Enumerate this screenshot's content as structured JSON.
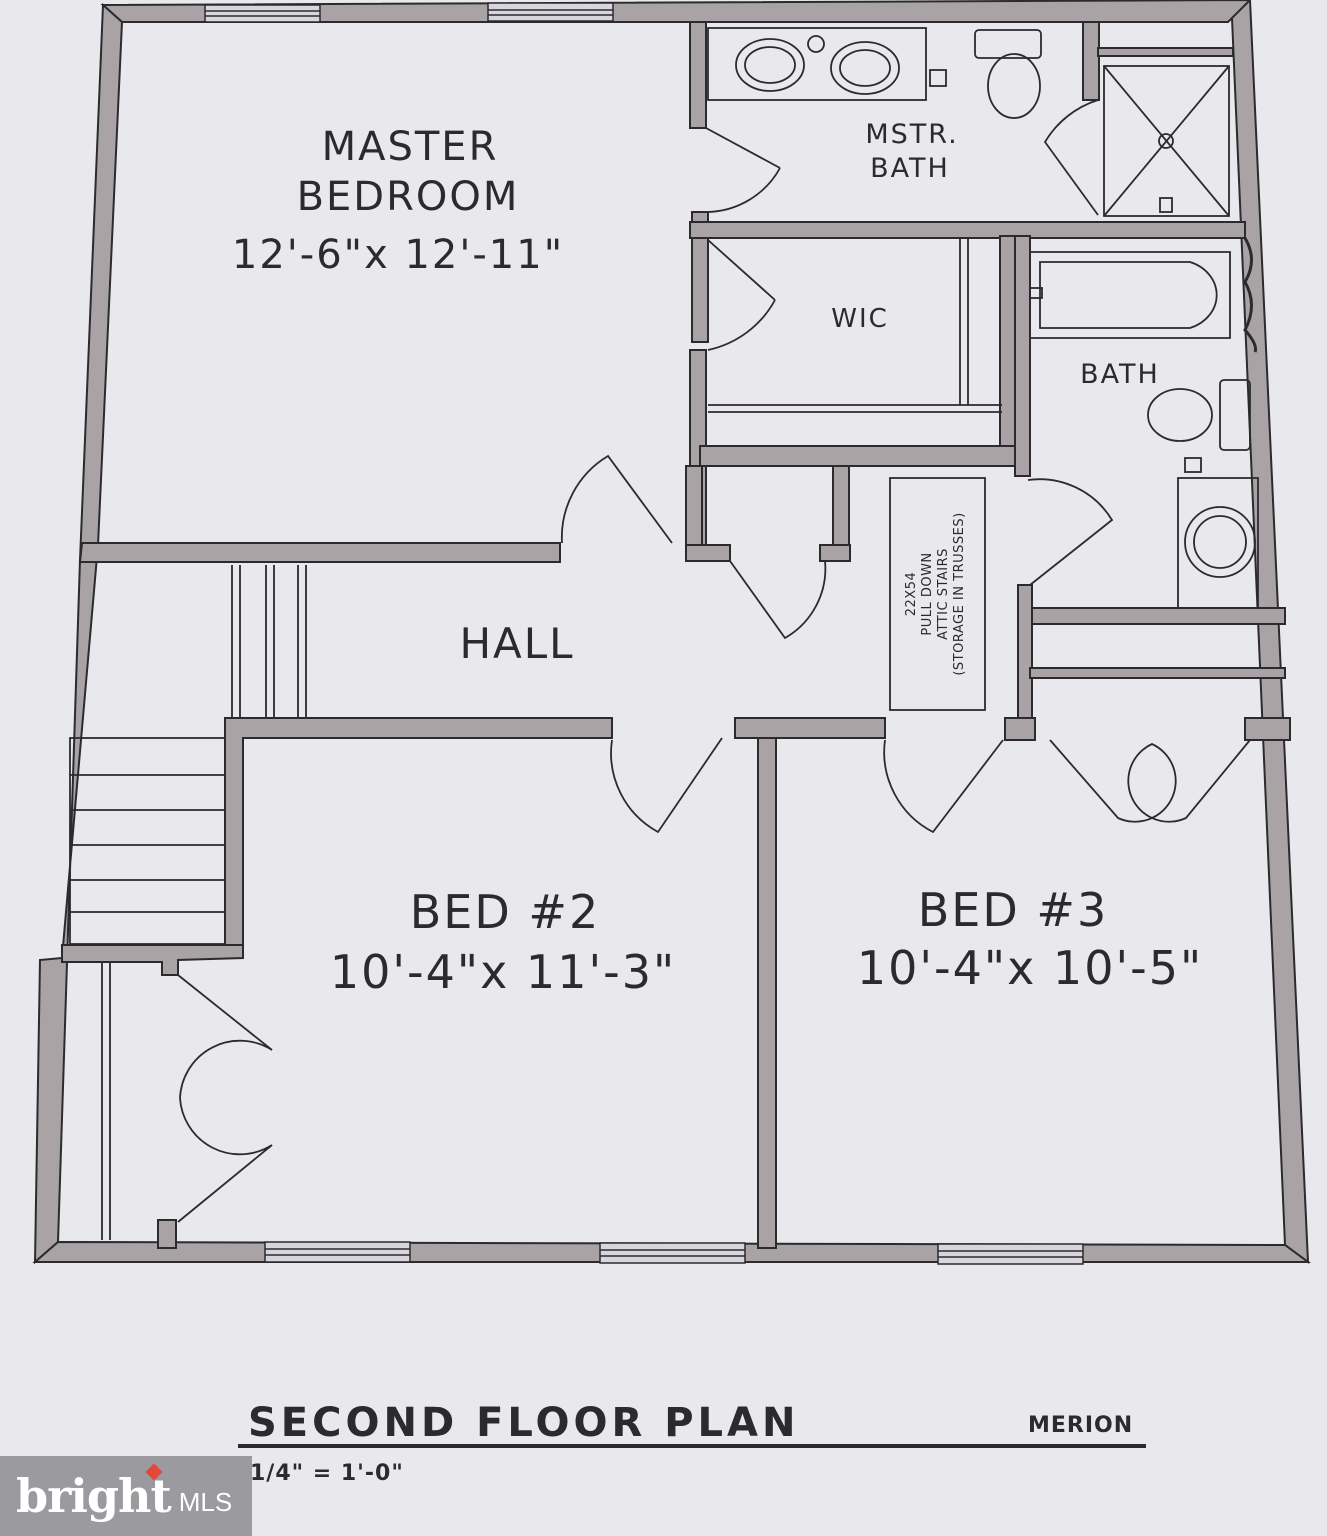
{
  "rooms": {
    "master": {
      "name_line1": "MASTER",
      "name_line2": "BEDROOM",
      "size": "12'-6\"x 12'-11\""
    },
    "master_bath": {
      "line1": "MSTR.",
      "line2": "BATH"
    },
    "wic": "WIC",
    "bath": "BATH",
    "hall": "HALL",
    "attic": {
      "line1": "22X54",
      "line2": "PULL DOWN",
      "line3": "ATTIC STAIRS",
      "line4": "(STORAGE IN TRUSSES)"
    },
    "bed2": {
      "name": "BED #2",
      "size": "10'-4\"x 11'-3\""
    },
    "bed3": {
      "name": "BED #3",
      "size": "10'-4\"x 10'-5\""
    }
  },
  "title_block": {
    "title": "SECOND FLOOR PLAN",
    "model": "MERION",
    "scale": "1/4\" = 1'-0\""
  },
  "watermark": {
    "brand": "bright",
    "suffix": "MLS"
  },
  "colors": {
    "paper": "#e9e8ed",
    "wall": "#a9a3a6",
    "ink": "#2b2b2e"
  }
}
